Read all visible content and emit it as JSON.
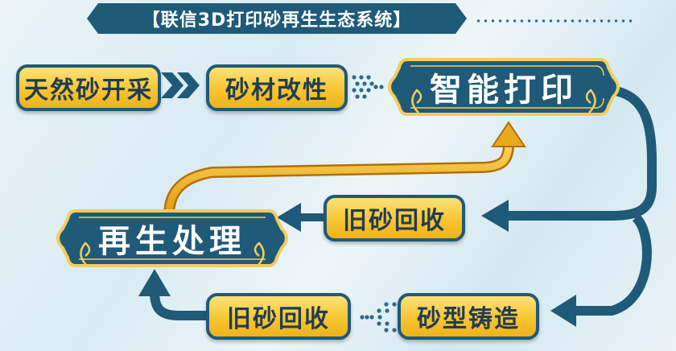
{
  "title": "【联信3D打印砂再生生态系统】",
  "nodes": {
    "natural_sand": "天然砂开采",
    "sand_modification": "砂材改性",
    "smart_printing": "智能打印",
    "regeneration": "再生处理",
    "old_sand_recovery_upper": "旧砂回收",
    "sand_casting": "砂型铸造",
    "old_sand_recovery_lower": "旧砂回收"
  },
  "colors": {
    "primary": "#1f5a78",
    "accent_yellow": "#f7c531",
    "gold_arrow": "#e9a91d",
    "background": "#e2f0f6"
  }
}
